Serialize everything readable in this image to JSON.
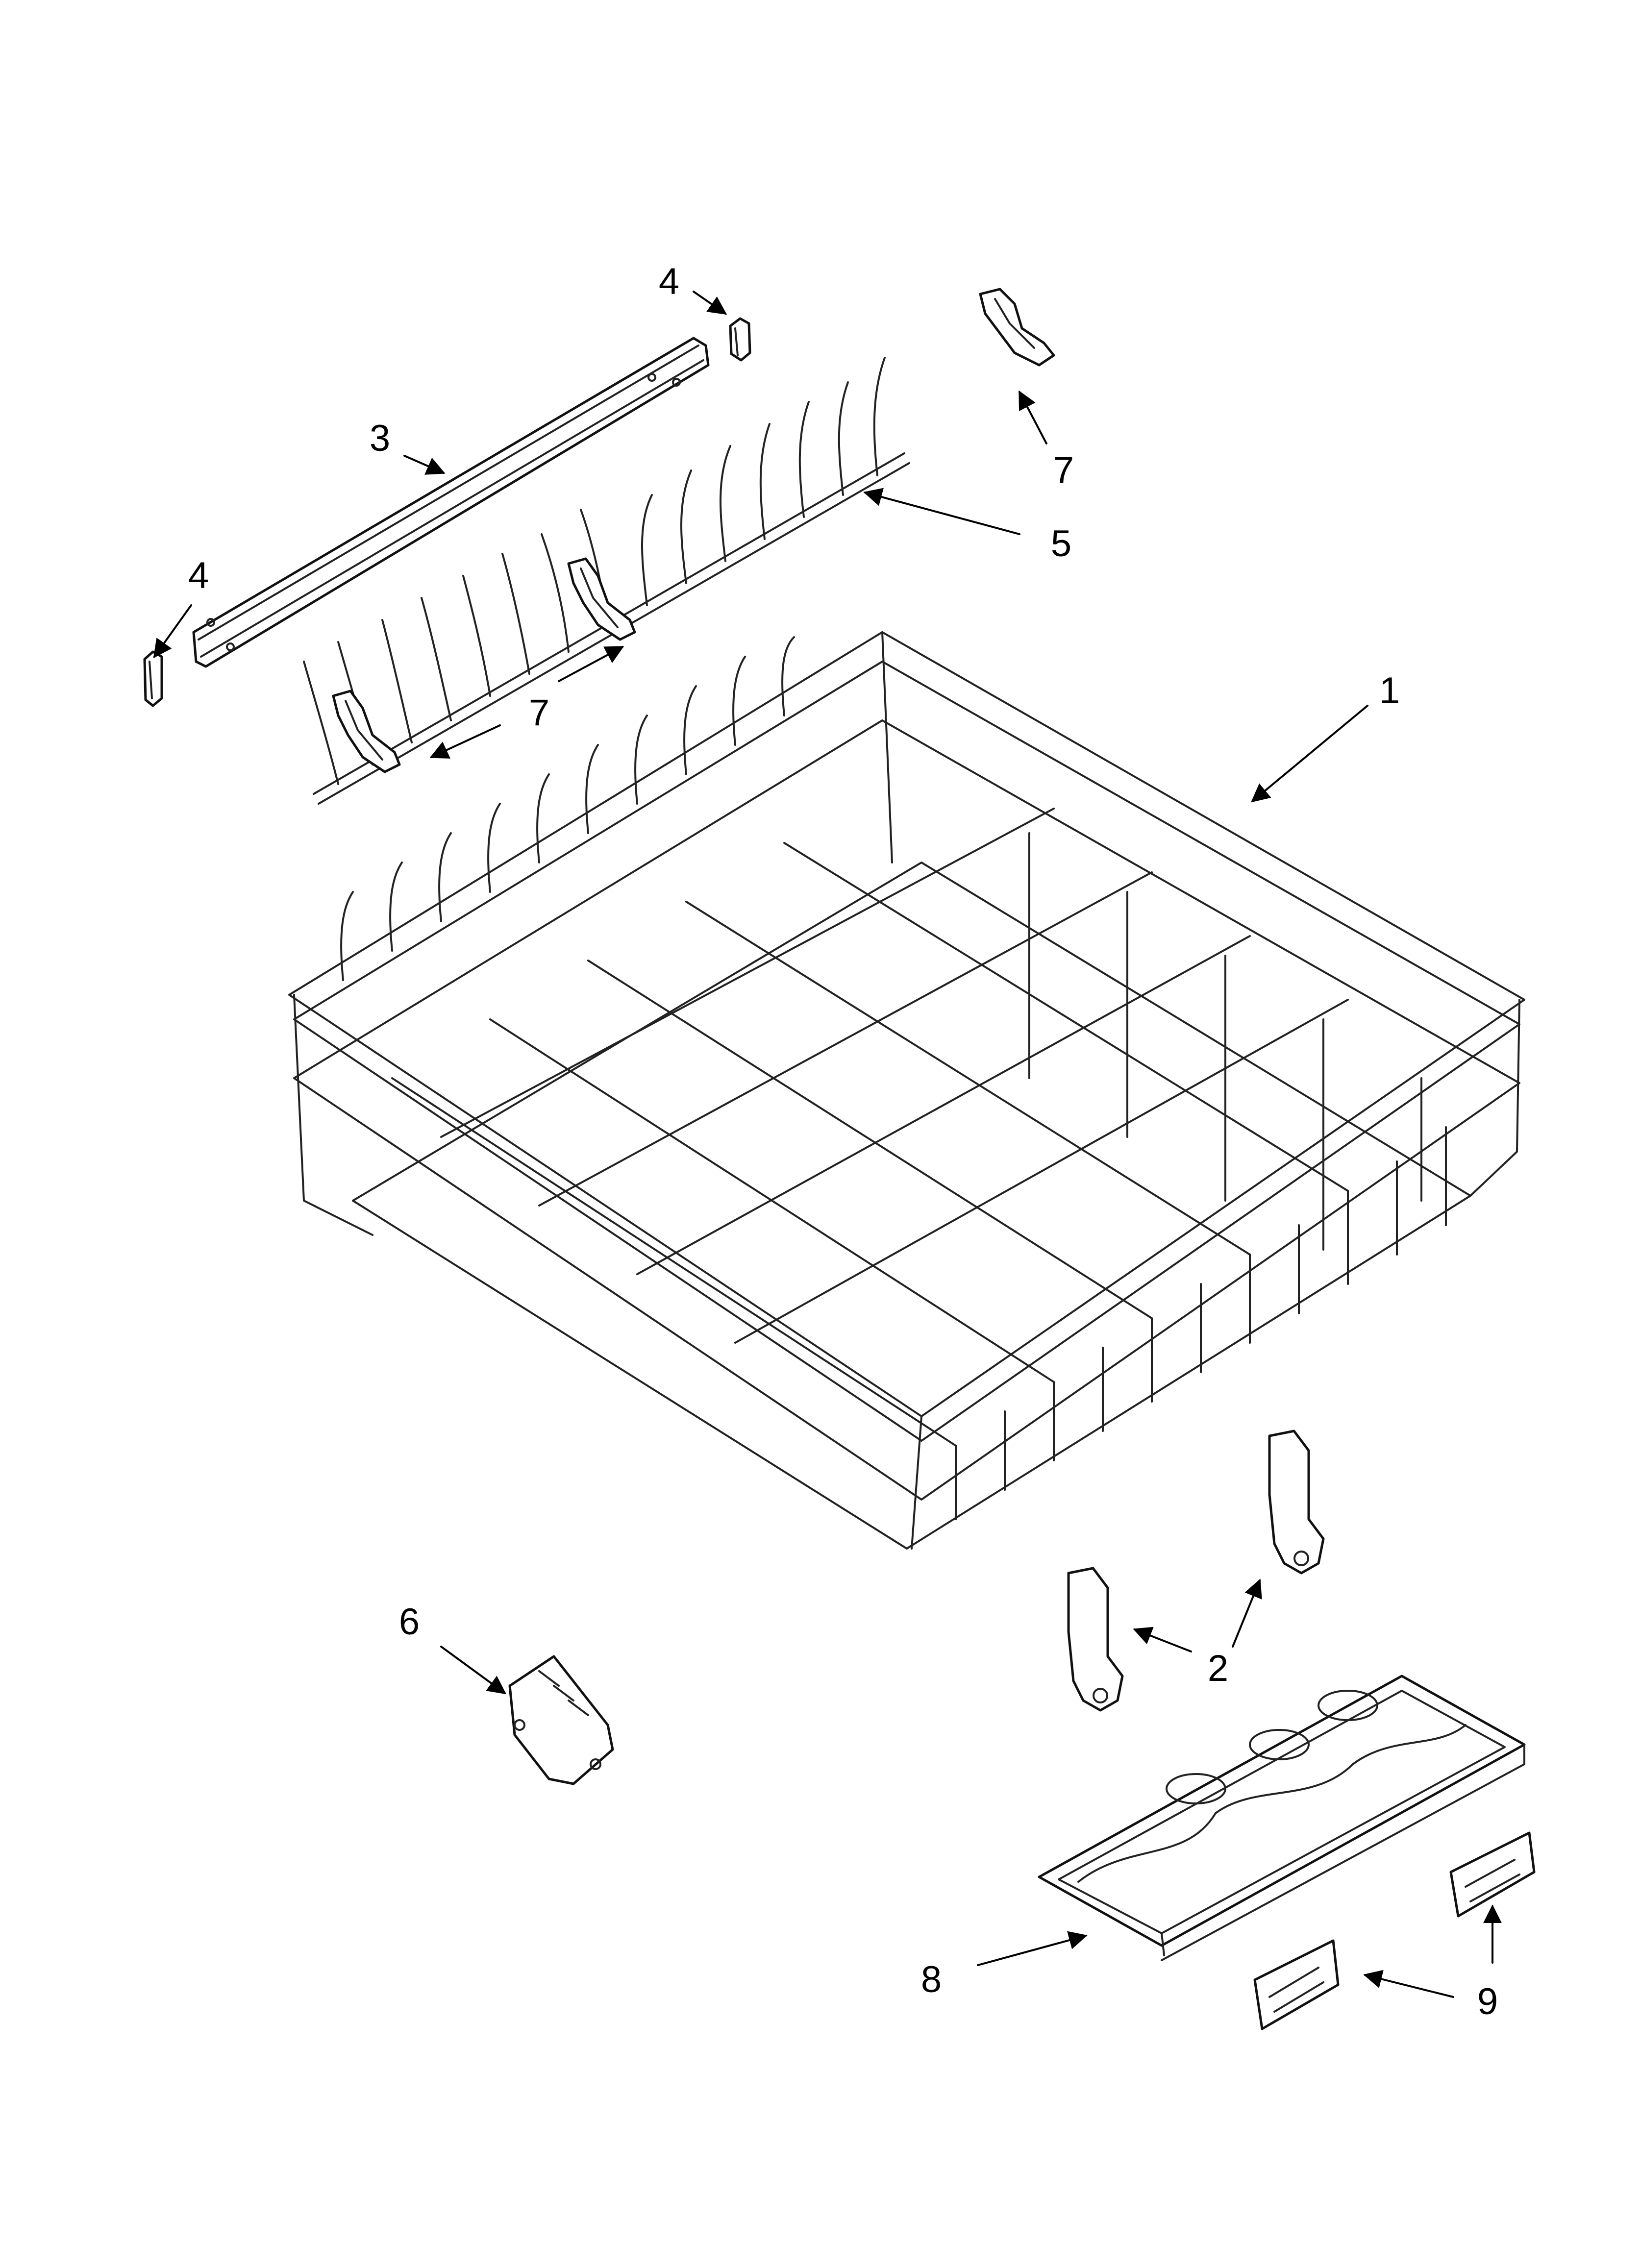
{
  "callouts": {
    "c1": "1",
    "c2": "2",
    "c3": "3",
    "c4a": "4",
    "c4b": "4",
    "c5": "5",
    "c6": "6",
    "c7a": "7",
    "c7b": "7",
    "c8": "8",
    "c9": "9"
  }
}
